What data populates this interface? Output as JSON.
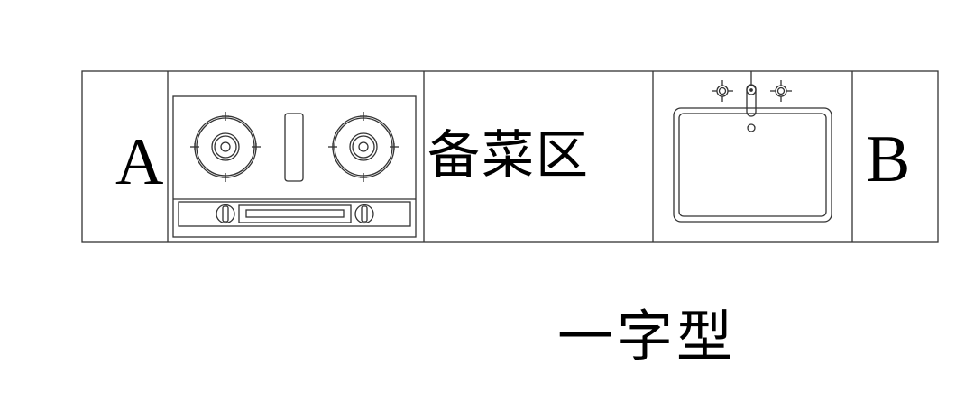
{
  "diagram": {
    "type": "kitchen-layout-plan",
    "layout_name": "一字型",
    "zones": [
      {
        "id": "A",
        "label": "A",
        "kind": "end-marker"
      },
      {
        "id": "stove",
        "label": "",
        "kind": "cooktop",
        "burners": 2
      },
      {
        "id": "prep",
        "label": "备菜区",
        "kind": "prep-area"
      },
      {
        "id": "sink",
        "label": "",
        "kind": "sink",
        "faucet_handles": 2
      },
      {
        "id": "B",
        "label": "B",
        "kind": "end-marker"
      }
    ],
    "colors": {
      "line": "#333333",
      "text": "#000000",
      "background": "#ffffff"
    }
  }
}
